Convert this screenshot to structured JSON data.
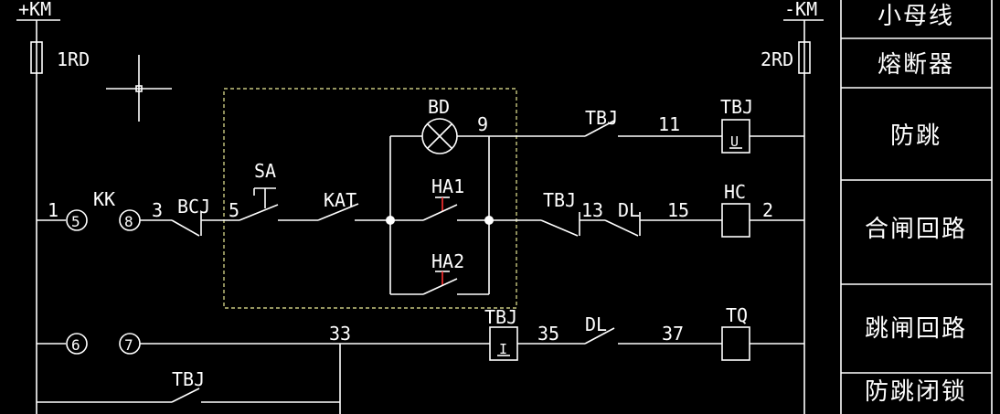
{
  "buses": {
    "pos": "+KM",
    "neg": "-KM"
  },
  "fuses": {
    "left": "1RD",
    "right": "2RD"
  },
  "terminals": {
    "t1": "1",
    "t5": "5",
    "t8": "8",
    "t3": "3",
    "t5b": "5",
    "t9": "9",
    "t11": "11",
    "t13": "13",
    "t15": "15",
    "t2": "2",
    "t6": "6",
    "t7": "7",
    "t33": "33",
    "t35": "35",
    "t37": "37"
  },
  "components": {
    "kk": "KK",
    "bcj": "BCJ",
    "sa": "SA",
    "kat": "KAT",
    "bd": "BD",
    "ha1": "HA1",
    "ha2": "HA2",
    "tbj_top": "TBJ",
    "tbj_coil_top": "TBJ",
    "tbj_coil_top_mark": "U",
    "tbj_mid": "TBJ",
    "dl_mid": "DL",
    "hc": "HC",
    "tbj_coil_bot": "TBJ",
    "tbj_coil_bot_mark": "I",
    "dl_bot": "DL",
    "tq": "TQ",
    "tbj_bottom": "TBJ"
  },
  "legend": {
    "rows": [
      "小母线",
      "熔断器",
      "防跳",
      "合闸回路",
      "跳闸回路",
      "防跳闭锁"
    ]
  }
}
